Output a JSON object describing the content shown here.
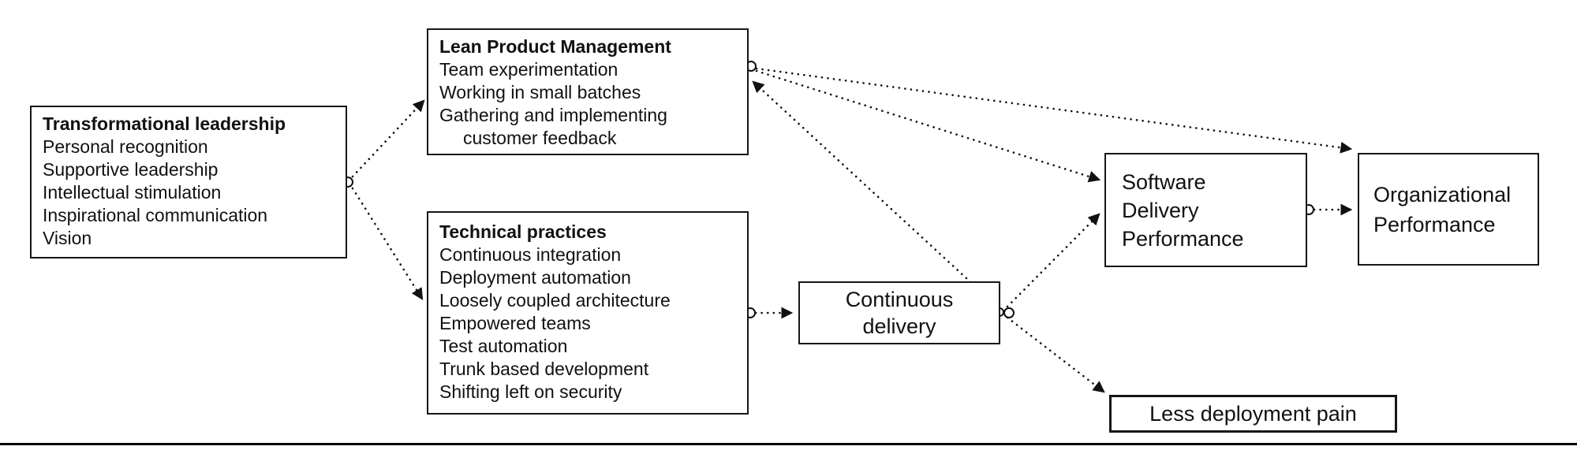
{
  "colors": {
    "ink": "#111111",
    "background": "#ffffff"
  },
  "diagram": {
    "nodes": {
      "transformational_leadership": {
        "title": "Transformational leadership",
        "items": [
          "Personal recognition",
          "Supportive leadership",
          "Intellectual stimulation",
          "Inspirational communication",
          "Vision"
        ]
      },
      "lean_product_management": {
        "title": "Lean Product Management",
        "items": [
          "Team experimentation",
          "Working in small batches",
          "Gathering and implementing customer feedback"
        ]
      },
      "technical_practices": {
        "title": "Technical practices",
        "items": [
          "Continuous integration",
          "Deployment automation",
          "Loosely coupled architecture",
          "Empowered teams",
          "Test automation",
          "Trunk based development",
          "Shifting left on security"
        ]
      },
      "continuous_delivery": {
        "title": "Continuous delivery"
      },
      "software_delivery_performance": {
        "title": "Software Delivery Performance"
      },
      "organizational_performance": {
        "title": "Organizational Performance"
      },
      "less_deployment_pain": {
        "title": "Less deployment pain"
      }
    },
    "edges": [
      {
        "from": "transformational_leadership",
        "to": "lean_product_management"
      },
      {
        "from": "transformational_leadership",
        "to": "technical_practices"
      },
      {
        "from": "lean_product_management",
        "to": "organizational_performance"
      },
      {
        "from": "lean_product_management",
        "to": "software_delivery_performance"
      },
      {
        "from": "continuous_delivery",
        "to": "lean_product_management"
      },
      {
        "from": "technical_practices",
        "to": "continuous_delivery"
      },
      {
        "from": "continuous_delivery",
        "to": "software_delivery_performance"
      },
      {
        "from": "continuous_delivery",
        "to": "less_deployment_pain"
      },
      {
        "from": "software_delivery_performance",
        "to": "organizational_performance"
      }
    ]
  }
}
